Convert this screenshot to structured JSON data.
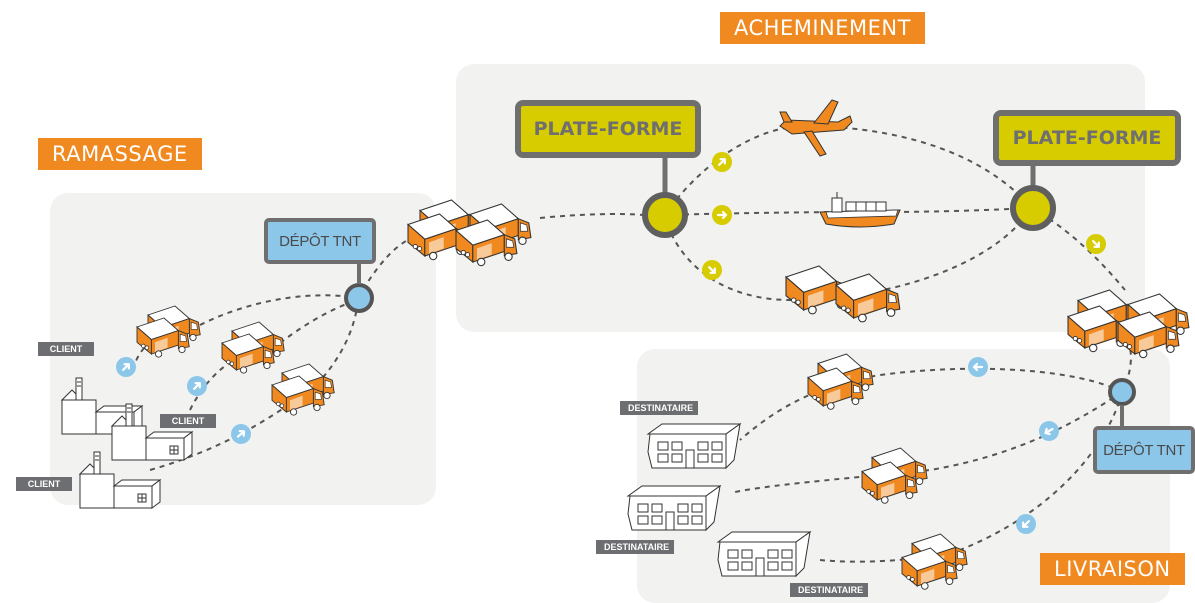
{
  "sections": {
    "ramassage": "RAMASSAGE",
    "acheminement": "ACHEMINEMENT",
    "livraison": "LIVRAISON"
  },
  "platforms": {
    "left": "PLATE-FORME",
    "right": "PLATE-FORME"
  },
  "depots": {
    "pickup": "DÉPÔT TNT",
    "delivery": "DÉPÔT TNT"
  },
  "pickup_tags": [
    "CLIENT",
    "CLIENT",
    "CLIENT"
  ],
  "delivery_tags": [
    "DESTINATAIRE",
    "DESTINATAIRE",
    "DESTINATAIRE"
  ],
  "colors": {
    "orange": "#f0891f",
    "yellow": "#d7cc00",
    "blue": "#8cc7ea",
    "grey": "#6f6f6f",
    "zone": "#f2f2f1"
  },
  "icons": [
    "truck-icon",
    "factory-icon",
    "building-icon",
    "plane-icon",
    "ship-icon",
    "arrow-icon",
    "hub-node-icon"
  ]
}
